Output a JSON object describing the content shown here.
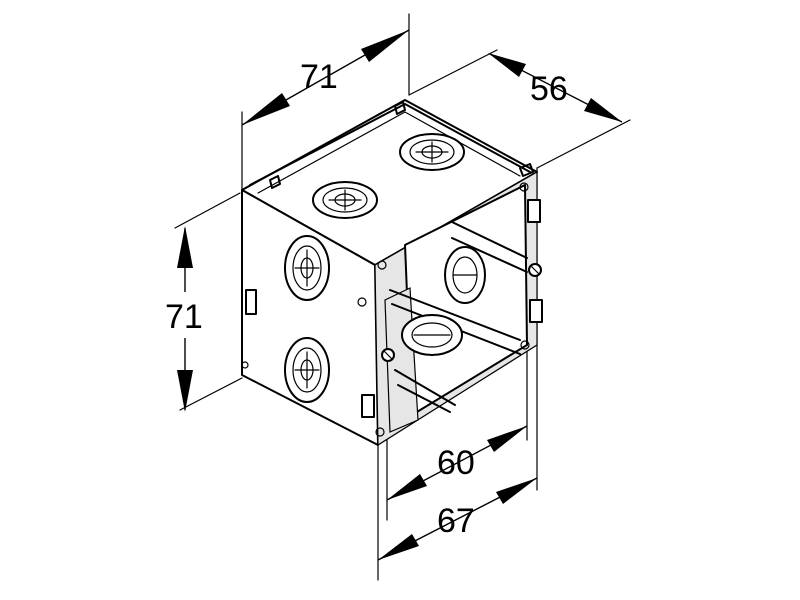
{
  "dimensions": {
    "top_width": "71",
    "top_depth": "56",
    "height": "71",
    "inner_width": "60",
    "outer_width": "67"
  }
}
